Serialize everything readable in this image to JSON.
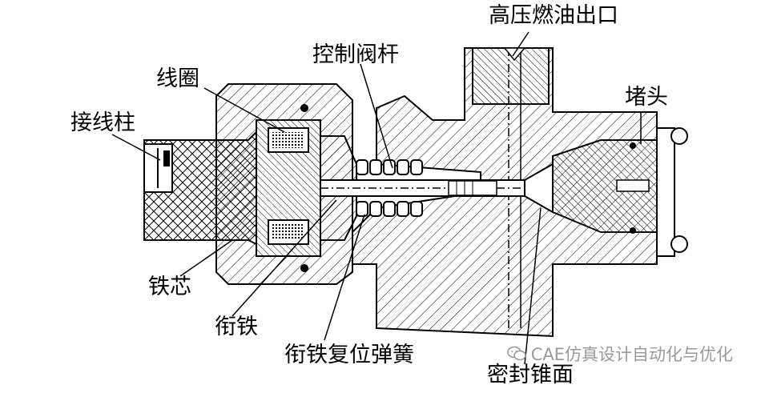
{
  "labels": {
    "outlet": "高压燃油出口",
    "valve_stem": "控制阀杆",
    "coil": "线圈",
    "plug": "堵头",
    "terminal": "接线柱",
    "iron_core": "铁芯",
    "armature": "衔铁",
    "return_spring": "衔铁复位弹簧",
    "seal_cone": "密封锥面"
  },
  "watermark": "CAE仿真设计自动化与优化",
  "colors": {
    "line": "#000000",
    "watermark": "#9a9a9a"
  }
}
